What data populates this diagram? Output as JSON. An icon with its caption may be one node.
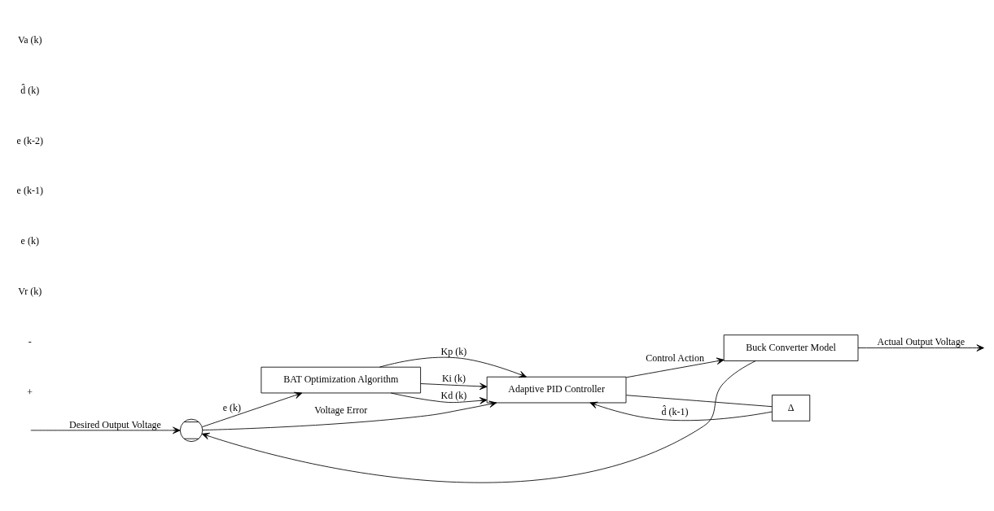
{
  "diagram": {
    "nodes": [
      {
        "text": [],
        "shape": "circle"
      },
      {
        "text": [
          "BAT Optimization Algorithm"
        ]
      },
      {
        "text": [
          "Adaptive PID Controller"
        ]
      },
      {
        "text": [
          "Buck Converter Model"
        ]
      },
      {
        "text": [
          "Δ"
        ]
      }
    ],
    "edges": [
      {
        "from": null,
        "to": 0,
        "arrow": "to",
        "label": "Desired Output Voltage"
      },
      {
        "from": 0,
        "to": 1,
        "arrow": "to",
        "label": "e (k)"
      },
      {
        "from": 0,
        "to": 2,
        "arrow": "to",
        "label": "Voltage Error"
      },
      {
        "from": 1,
        "to": 2,
        "arrow": "to",
        "label": "Kp (k)"
      },
      {
        "from": 1,
        "to": 2,
        "arrow": "to",
        "label": "Ki (k)"
      },
      {
        "from": 1,
        "to": 2,
        "arrow": "to",
        "label": "Kd (k)"
      },
      {
        "from": 2,
        "to": 3,
        "arrow": "to",
        "label": "Control Action"
      },
      {
        "from": 2,
        "to": 4,
        "arrow": "none"
      },
      {
        "from": 4,
        "to": 2,
        "arrow": "to",
        "label": "d̂ (k-1)"
      },
      {
        "from": 3,
        "to": null,
        "arrow": "to",
        "label": "Actual Output Voltage"
      },
      {
        "from": 3,
        "to": 0,
        "arrow": "to"
      }
    ],
    "labels": [
      "+",
      "-",
      "Vr (k)",
      "e (k)",
      "e (k-1)",
      "e (k-2)",
      "d̂ (k)",
      "Va (k)"
    ]
  }
}
